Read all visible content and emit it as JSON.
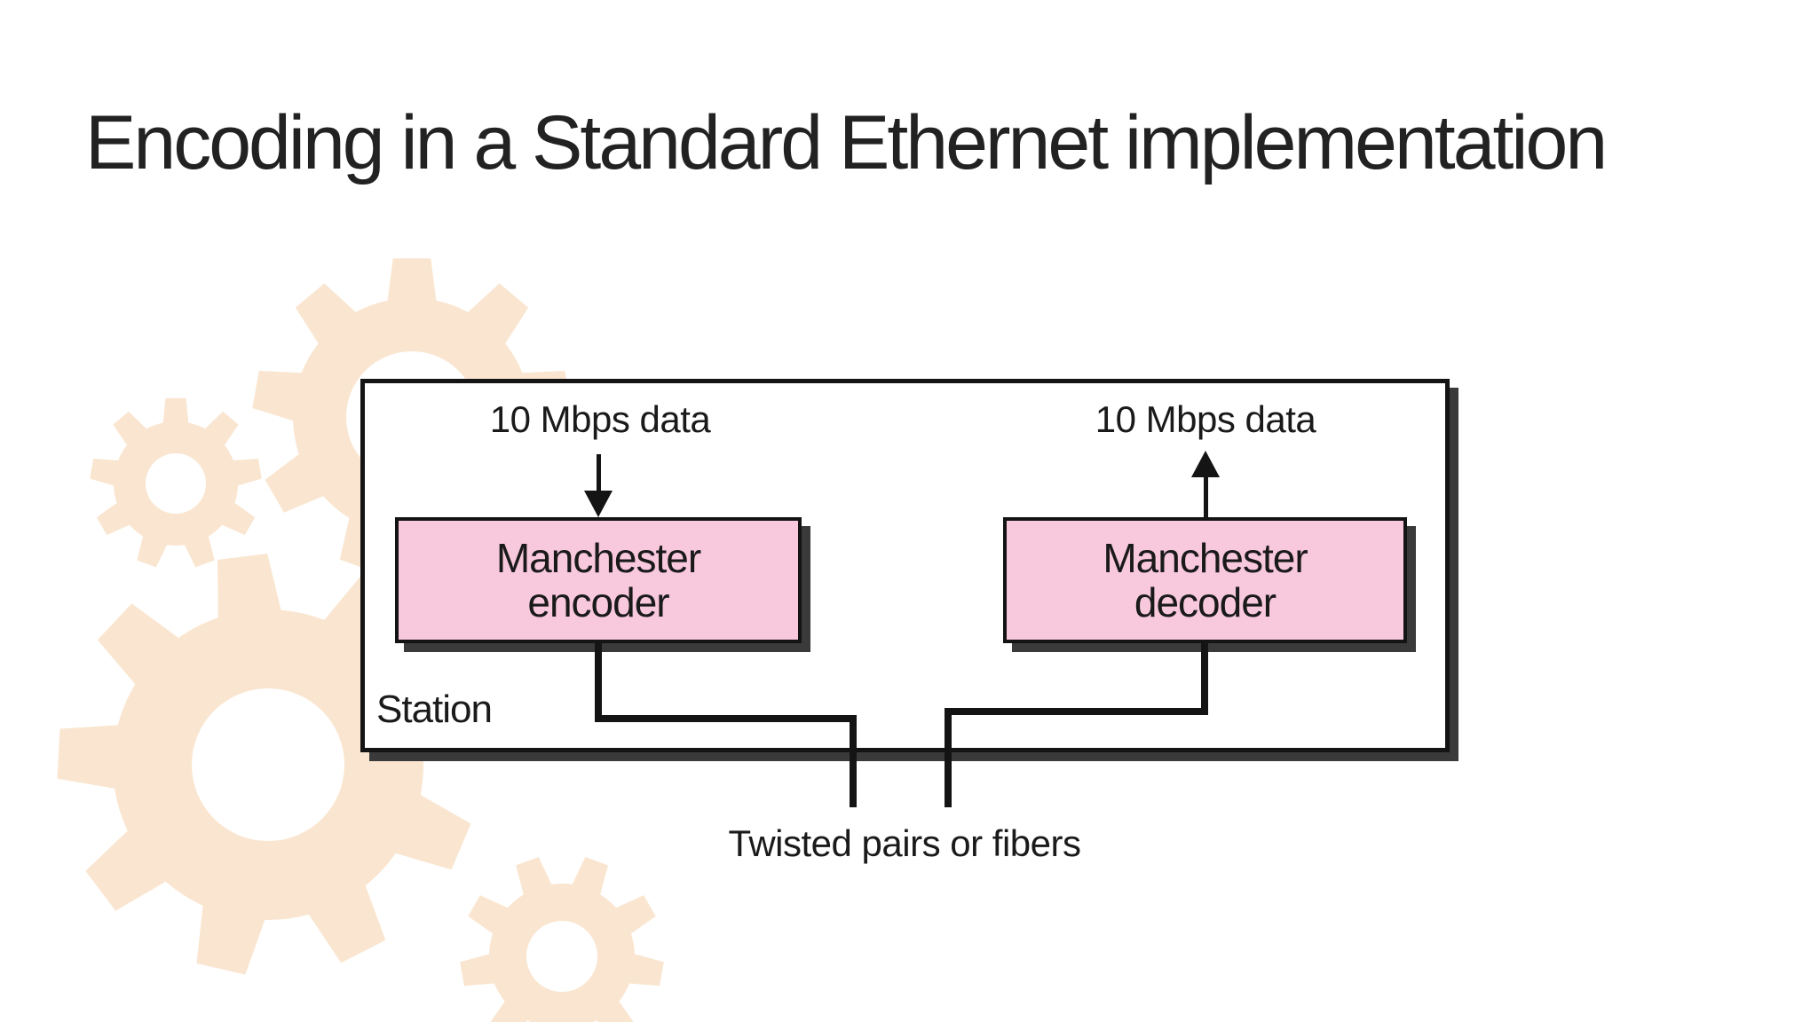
{
  "slide": {
    "title": "Encoding in a Standard Ethernet implementation",
    "colors": {
      "background": "#ffffff",
      "gear": "#fae6d0",
      "box_fill": "#f8c8dd",
      "shadow": "#3a3a3a",
      "line": "#141414",
      "text": "#1a1a1a"
    }
  },
  "diagram": {
    "station_label": "Station",
    "encoder": {
      "line1": "Manchester",
      "line2": "encoder",
      "input_label": "10 Mbps data"
    },
    "decoder": {
      "line1": "Manchester",
      "line2": "decoder",
      "output_label": "10 Mbps data"
    },
    "cable_label": "Twisted pairs or fibers"
  }
}
